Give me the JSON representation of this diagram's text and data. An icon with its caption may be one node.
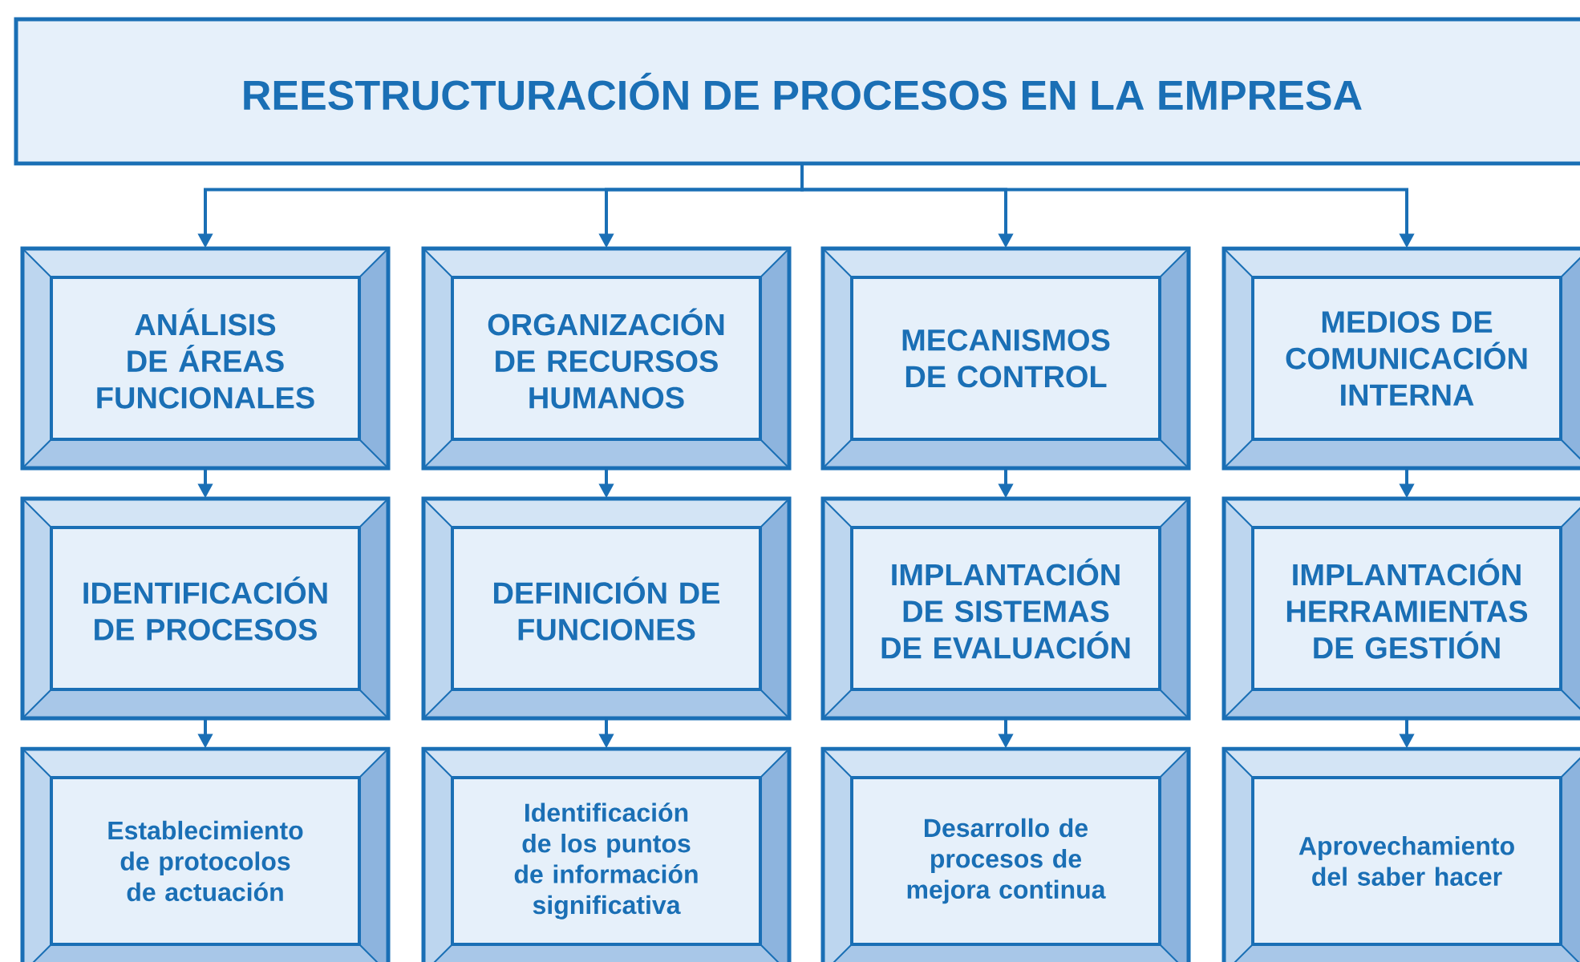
{
  "diagram": {
    "nodes": [
      {
        "text": [
          "REESTRUCTURACIÓN DE PROCESOS EN LA EMPRESA"
        ]
      },
      {
        "text": [
          "ANÁLISIS DE ÁREAS FUNCIONALES"
        ]
      },
      {
        "text": [
          "ORGANIZACIÓN DE RECURSOS HUMANOS"
        ]
      },
      {
        "text": [
          "MECANISMOS DE CONTROL"
        ]
      },
      {
        "text": [
          "MEDIOS DE COMUNICACIÓN INTERNA"
        ]
      },
      {
        "text": [
          "IDENTIFICACIÓN DE PROCESOS"
        ]
      },
      {
        "text": [
          "DEFINICIÓN DE FUNCIONES"
        ]
      },
      {
        "text": [
          "IMPLANTACIÓN DE SISTEMAS DE EVALUACIÓN"
        ]
      },
      {
        "text": [
          "IMPLANTACIÓN HERRAMIENTAS DE GESTIÓN"
        ]
      },
      {
        "text": [
          "Establecimiento de protocolos de actuación"
        ]
      },
      {
        "text": [
          "Identificación de los puntos de información significativa"
        ]
      },
      {
        "text": [
          "Desarrollo de procesos de mejora continua"
        ]
      },
      {
        "text": [
          "Aprovechamiento del saber hacer"
        ]
      }
    ],
    "edges": [
      {
        "from": 0,
        "to": 1,
        "arrow": "to"
      },
      {
        "from": 0,
        "to": 2,
        "arrow": "to"
      },
      {
        "from": 0,
        "to": 3,
        "arrow": "to"
      },
      {
        "from": 0,
        "to": 4,
        "arrow": "to"
      },
      {
        "from": 1,
        "to": 5,
        "arrow": "to"
      },
      {
        "from": 2,
        "to": 6,
        "arrow": "to"
      },
      {
        "from": 3,
        "to": 7,
        "arrow": "to"
      },
      {
        "from": 4,
        "to": 8,
        "arrow": "to"
      },
      {
        "from": 5,
        "to": 9,
        "arrow": "to"
      },
      {
        "from": 6,
        "to": 10,
        "arrow": "to"
      },
      {
        "from": 7,
        "to": 11,
        "arrow": "to"
      },
      {
        "from": 8,
        "to": 12,
        "arrow": "to"
      }
    ]
  }
}
